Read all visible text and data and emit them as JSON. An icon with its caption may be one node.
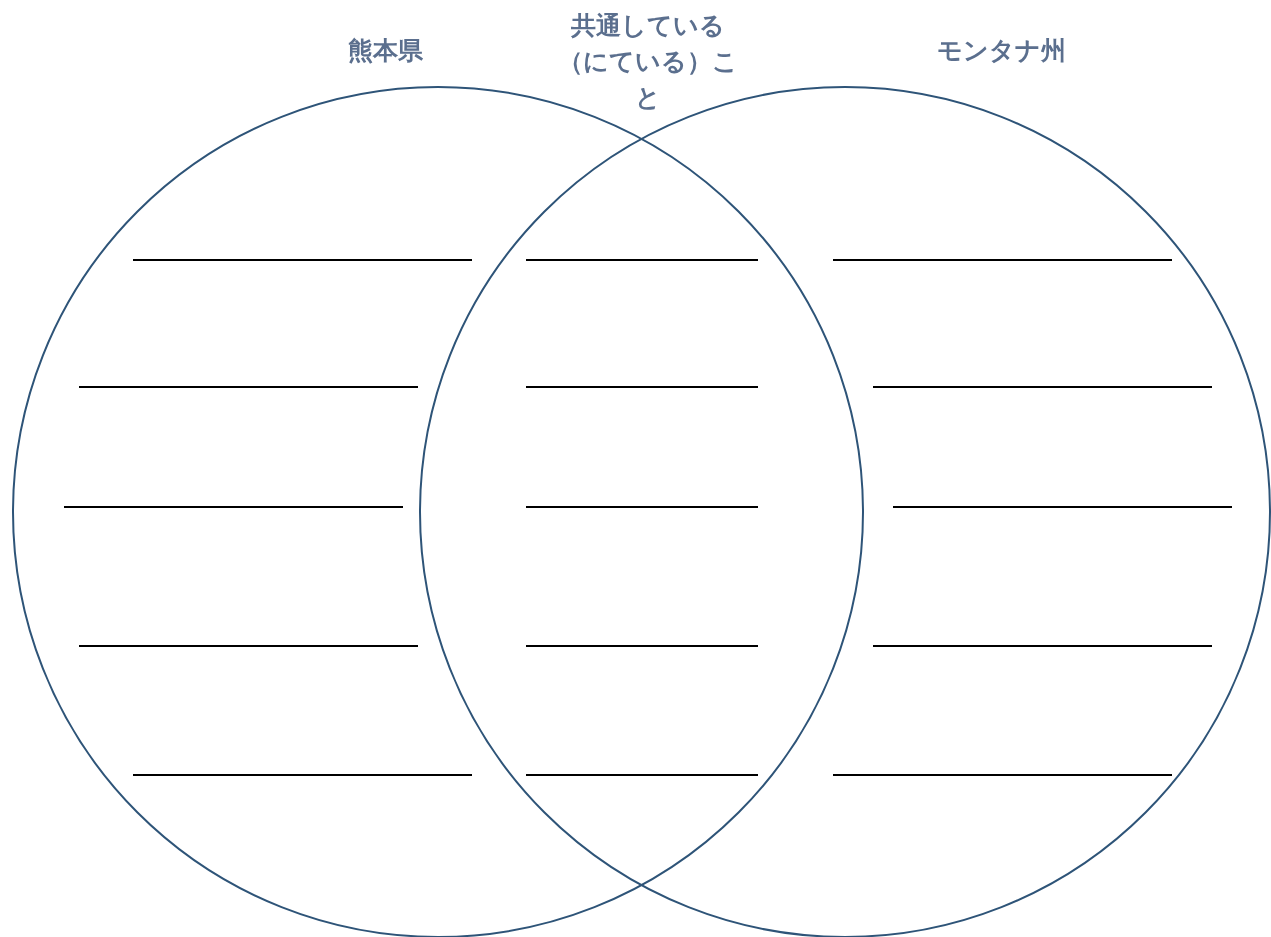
{
  "diagram": {
    "nodes": [
      {
        "text": [
          "熊本県"
        ]
      },
      {
        "text": [
          "モンタナ州"
        ]
      }
    ],
    "labels": [
      "共通している（にている）こと"
    ]
  }
}
